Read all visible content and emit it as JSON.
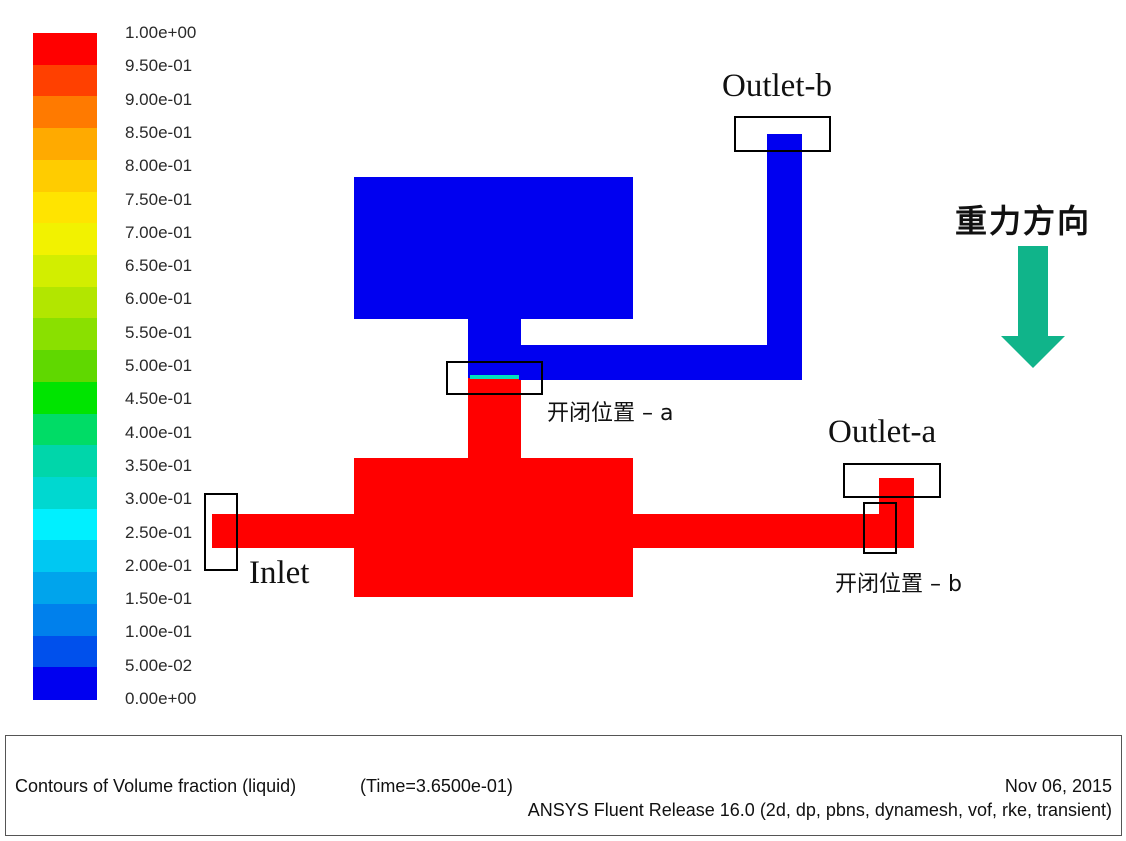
{
  "legend": {
    "colors": [
      "#ff0000",
      "#ff4000",
      "#ff7a00",
      "#ffaa00",
      "#ffcc00",
      "#ffe400",
      "#f2f200",
      "#d2ee00",
      "#b2e600",
      "#8ae000",
      "#60d800",
      "#00e400",
      "#00dc66",
      "#00d6aa",
      "#00d8d0",
      "#00f0ff",
      "#00c8f2",
      "#00a4ec",
      "#0080ec",
      "#0050ec",
      "#0000f0"
    ],
    "ticks": [
      "1.00e+00",
      "9.50e-01",
      "9.00e-01",
      "8.50e-01",
      "8.00e-01",
      "7.50e-01",
      "7.00e-01",
      "6.50e-01",
      "6.00e-01",
      "5.50e-01",
      "5.00e-01",
      "4.50e-01",
      "4.00e-01",
      "3.50e-01",
      "3.00e-01",
      "2.50e-01",
      "2.00e-01",
      "1.50e-01",
      "1.00e-01",
      "5.00e-02",
      "0.00e+00"
    ]
  },
  "scene": {
    "liquid_color": "#ff0000",
    "gas_color": "#0000f0",
    "interface_color": "#00e0c0",
    "arrow_color": "#10b48a"
  },
  "labels": {
    "outlet_b": "Outlet-b",
    "outlet_a": "Outlet-a",
    "inlet": "Inlet",
    "position_a": "开闭位置 – a",
    "position_b": "开闭位置 – b",
    "gravity": "重力方向"
  },
  "footer": {
    "title": "Contours of Volume fraction (liquid)",
    "time": "(Time=3.6500e-01)",
    "date": "Nov 06, 2015",
    "release": "ANSYS Fluent Release 16.0 (2d, dp, pbns, dynamesh, vof, rke, transient)"
  }
}
